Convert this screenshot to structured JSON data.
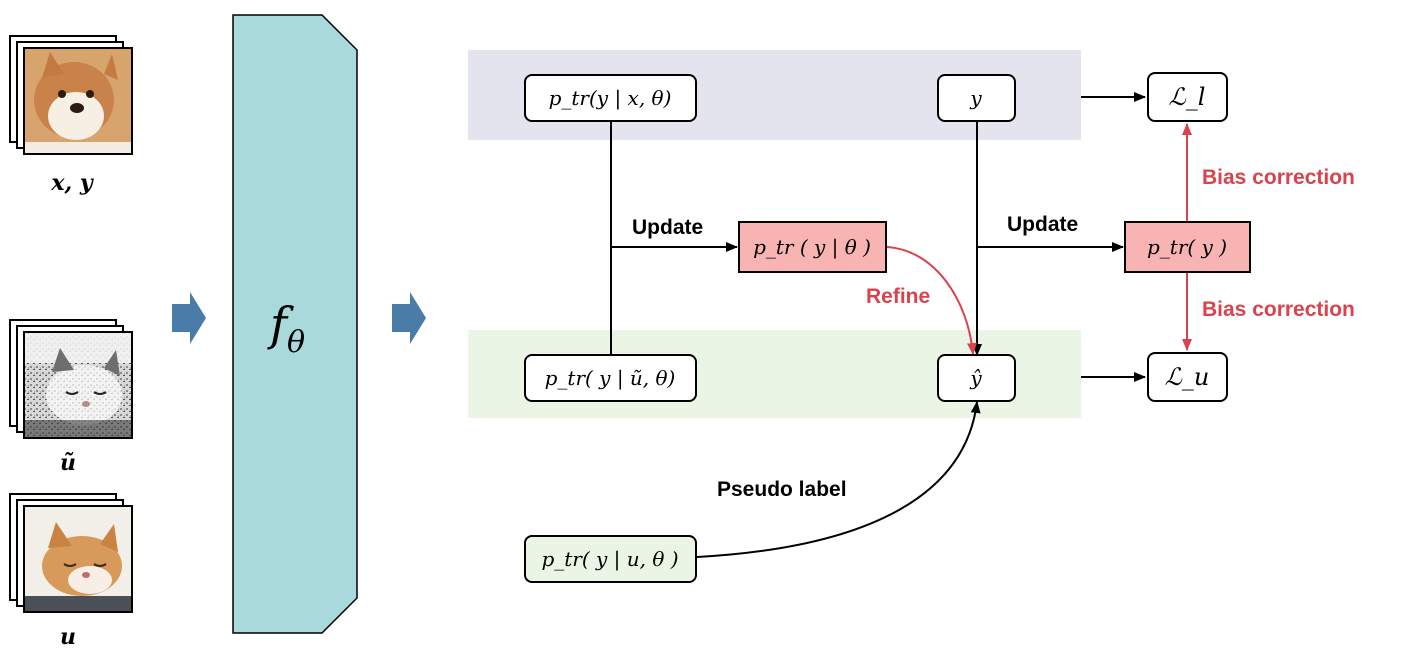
{
  "inputs": {
    "labeled_caption": "x, y",
    "augmented_caption": "ũ",
    "unlabeled_caption": "u",
    "labeled_image": "shiba-dog-photo-stack",
    "augmented_image": "strongly-augmented-cat-photo-stack",
    "unlabeled_image": "cat-photo-stack"
  },
  "model": {
    "label": "f",
    "subscript": "θ"
  },
  "nodes": {
    "p_labeled": "p_tr(y | x,  θ)",
    "y_true": "y",
    "loss_l": "ℒ_l",
    "p_y_theta": "p_tr ( y | θ )",
    "p_y": "p_tr( y )",
    "p_aug": "p_tr( y | ũ, θ)",
    "y_hat": "ŷ",
    "loss_u": "ℒ_u",
    "p_unlabeled": "p_tr( y | u, θ )"
  },
  "edge_labels": {
    "update_left": "Update",
    "update_right": "Update",
    "refine": "Refine",
    "bias_correction_top": "Bias correction",
    "bias_correction_bottom": "Bias correction",
    "pseudo_label": "Pseudo label"
  },
  "colors": {
    "model_fill": "#a9d9db",
    "labeled_band": "#e4e4ee",
    "unlabeled_band": "#eaf5e6",
    "prior_fill": "#f8b4b2",
    "red_accent": "#d9434d",
    "node_stroke": "#000000",
    "arrow_blue": "#4a7ca8"
  }
}
